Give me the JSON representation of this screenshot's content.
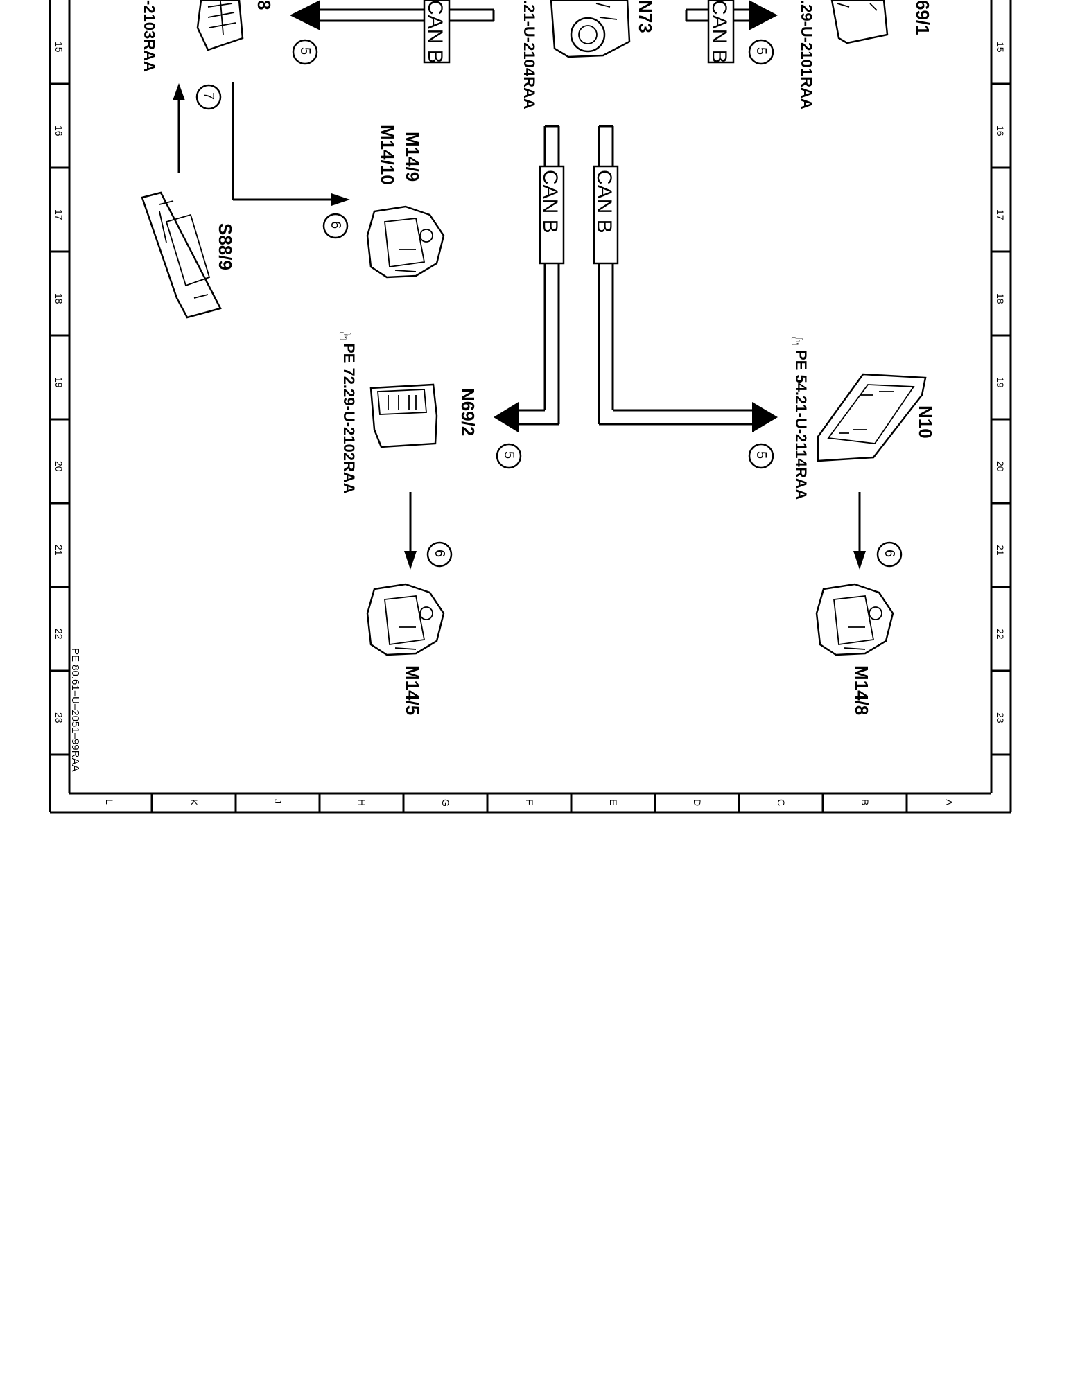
{
  "diagram": {
    "column_numbers": [
      "15",
      "16",
      "17",
      "18",
      "19",
      "20",
      "21",
      "22",
      "23"
    ],
    "row_letters": [
      "L",
      "K",
      "J",
      "H",
      "G",
      "F",
      "E",
      "D",
      "C",
      "B",
      "A"
    ],
    "bus_label": "CAN B",
    "circle_labels": {
      "five": "5",
      "six": "6",
      "seven": "7"
    },
    "components": {
      "top_left_partial": "8",
      "top_right_partial": "69/1",
      "n73": "N73",
      "m14_9": "M14/9",
      "m14_10": "M14/10",
      "s88_9": "S88/9",
      "n69_2": "N69/2",
      "n10": "N10",
      "m14_5": "M14/5",
      "m14_8": "M14/8"
    },
    "references": {
      "ref_2103": "-2103RAA",
      "ref_2104": ".21-U-2104RAA",
      "ref_2101": ".29-U-2101RAA",
      "ref_n69_2": "PE  72.29-U-2102RAA",
      "ref_n10": "PE  54.21-U-2114RAA"
    },
    "footer_code": "PE 80.61–U–2051–99RAA"
  }
}
